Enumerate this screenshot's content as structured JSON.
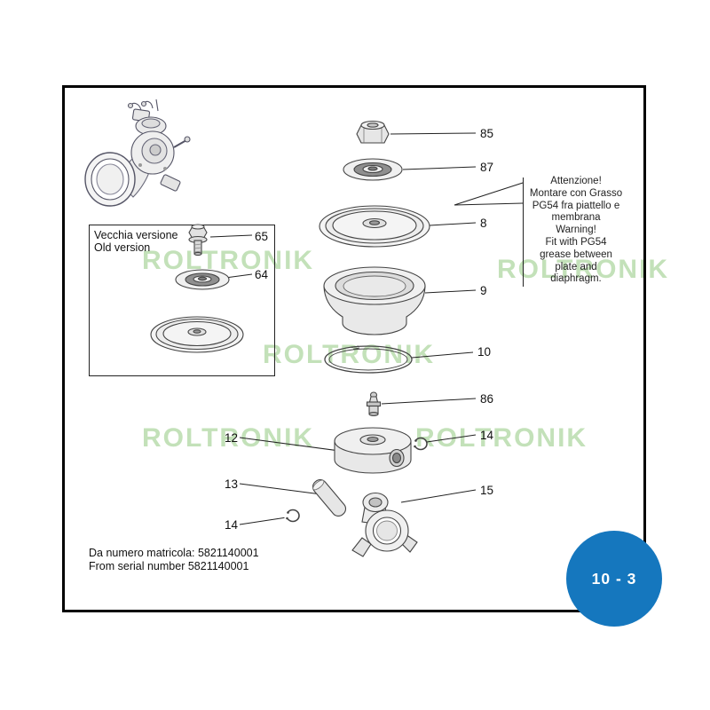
{
  "page": {
    "watermark": "ROLTRONIK",
    "badge": "10 - 3"
  },
  "old_version_box": {
    "title_it": "Vecchia versione",
    "title_en": "Old version",
    "labels": {
      "bolt": "65",
      "plate": "64"
    }
  },
  "exploded": {
    "labels": {
      "nut": "85",
      "washer": "87",
      "diaphragm": "8",
      "piston_cup": "9",
      "oring": "10",
      "grease_fitting": "86",
      "piston": "12",
      "circlip": "14",
      "pin": "13",
      "conrod": "15"
    }
  },
  "warning_note": {
    "lines": [
      "Attenzione!",
      "Montare con Grasso",
      "PG54 fra piattello e",
      "membrana",
      "Warning!",
      "Fit with PG54",
      "grease between",
      "plate and",
      "diaphragm."
    ]
  },
  "serial_note": {
    "line_it": "Da numero matricola: 5821140001",
    "line_en": "From serial number 5821140001"
  }
}
